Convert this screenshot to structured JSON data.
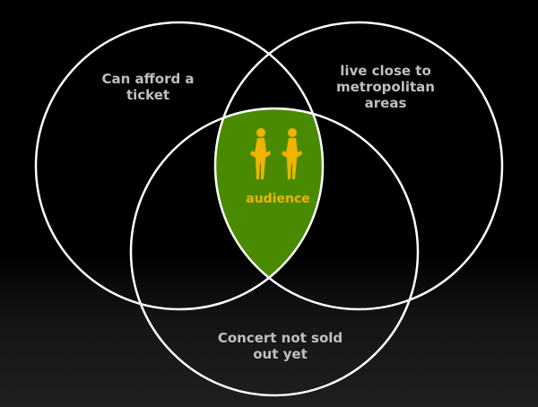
{
  "diagram": {
    "circles": [
      {
        "label": "Can afford a\nticket"
      },
      {
        "label": "live close to\nmetropolitan\nareas"
      },
      {
        "label": "Concert not sold\nout yet"
      }
    ],
    "intersection": {
      "label": "audience",
      "icon": "two-people-icon"
    }
  },
  "colors": {
    "background": "#000000",
    "circle_stroke": "#ffffff",
    "label_text": "#bfbfbf",
    "intersection_fill": "#4a8a00",
    "audience_accent": "#f0b400"
  }
}
